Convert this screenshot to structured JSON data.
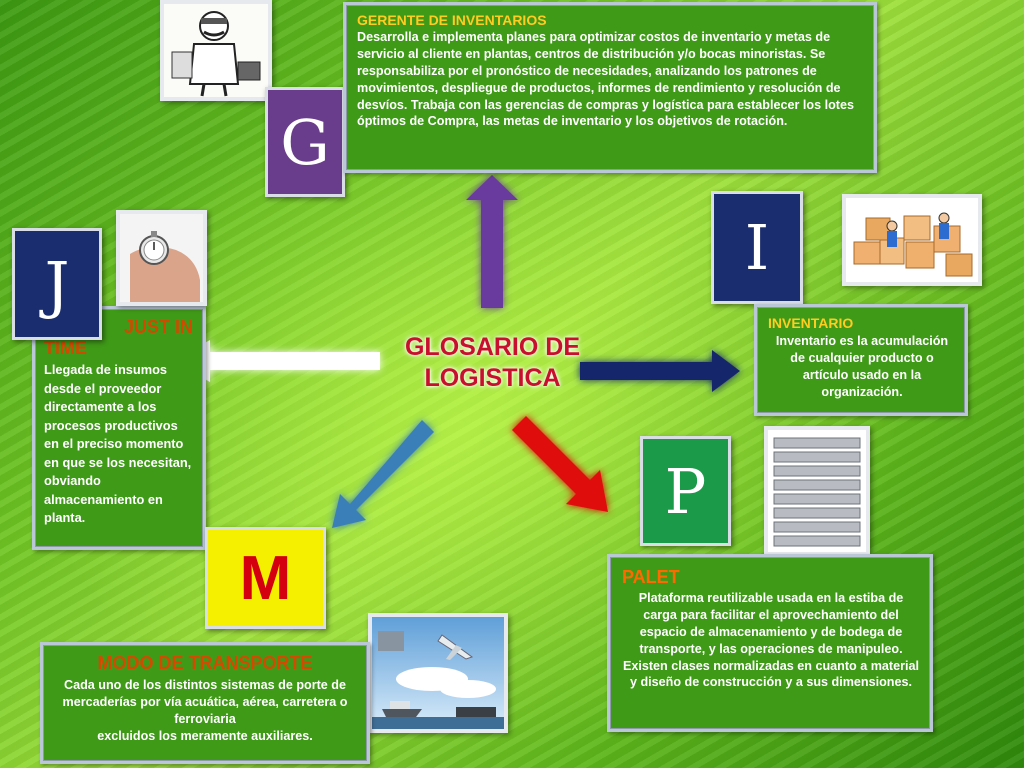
{
  "center": {
    "line1": "GLOSARIO  DE",
    "line2": "LOGISTICA"
  },
  "gerente": {
    "letter": "G",
    "title": "GERENTE DE INVENTARIOS",
    "text": "Desarrolla e implementa planes para optimizar costos de inventario y metas de servicio al cliente en plantas, centros de distribución y/o bocas minoristas. Se responsabiliza por el pronóstico  de necesidades, analizando los patrones de movimientos, despliegue de productos, informes de rendimiento y resolución de desvíos. Trabaja con las gerencias de compras y logística para establecer los lotes óptimos de Compra, las metas de inventario y los objetivos de rotación."
  },
  "inventario": {
    "letter": "I",
    "title": "INVENTARIO",
    "text": "Inventario es la acumulación de cualquier producto o artículo usado en la organización."
  },
  "jit": {
    "letter": "J",
    "title_a": "JUST IN",
    "title_b": "TIME",
    "text": "Llegada de insumos desde el proveedor directamente a los procesos productivos en el preciso momento en que se los necesitan, obviando almacenamiento en planta."
  },
  "palet": {
    "letter": "P",
    "title": "PALET",
    "text": "Plataforma reutilizable usada en la  estiba de carga para facilitar el aprovechamiento del espacio de almacenamiento y de bodega de transporte, y las operaciones de manipuleo. Existen clases normalizadas en cuanto a material y diseño de construcción y a sus dimensiones."
  },
  "modo": {
    "letter": "M",
    "title": "MODO DE TRANSPORTE",
    "text_a": "Cada uno de los distintos sistemas de porte de mercaderías por vía acuática, aérea, carretera o ferroviaria",
    "text_b": "excluidos los meramente auxiliares."
  },
  "colors": {
    "g_tile": "#6a3d8c",
    "i_tile": "#1a2d6e",
    "j_tile": "#1a2d6e",
    "p_tile": "#1b9a4a",
    "m_tile": "#f4f000",
    "arrow_up": "#6b3b9e",
    "arrow_left": "#ffffff",
    "arrow_right": "#15286a",
    "arrow_downleft": "#3a7fb8",
    "arrow_downright": "#e01010"
  }
}
